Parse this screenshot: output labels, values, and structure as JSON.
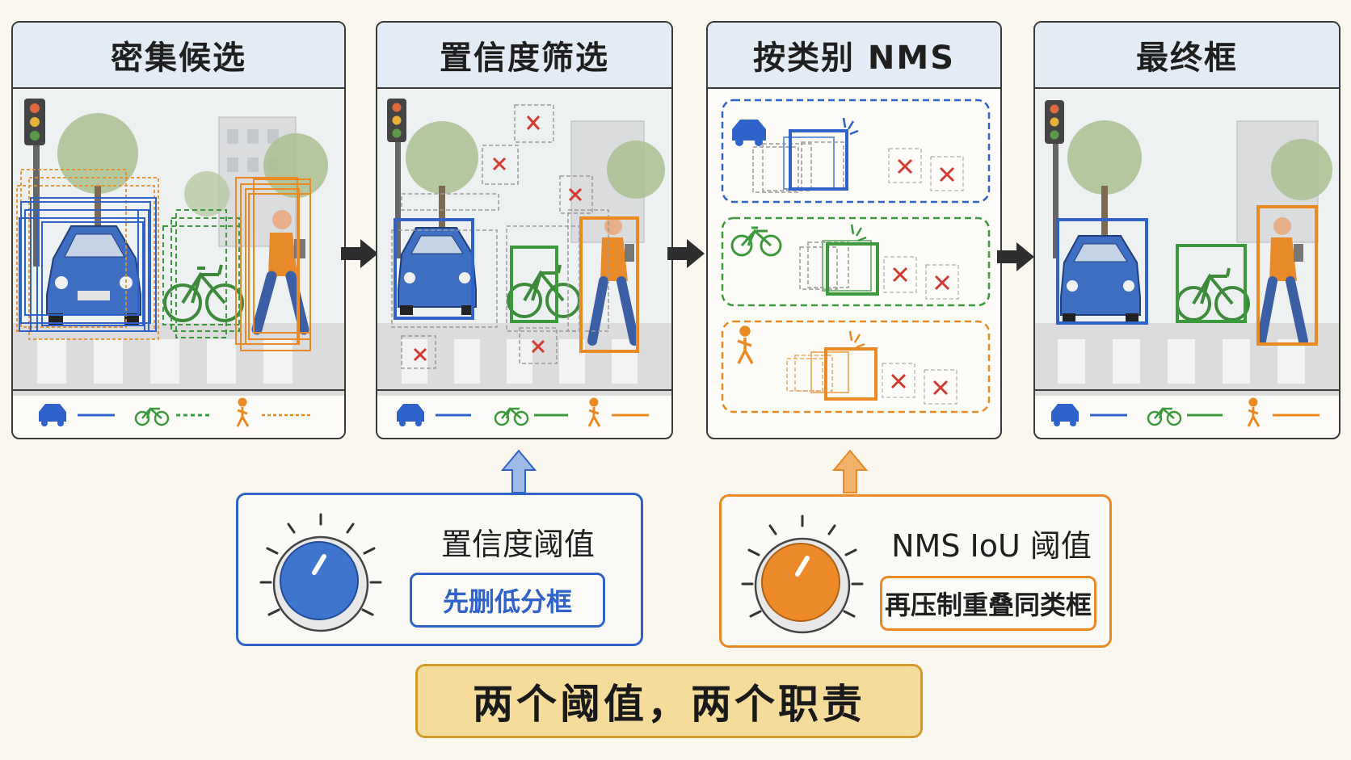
{
  "panels": [
    {
      "title": "密集候选"
    },
    {
      "title": "置信度筛选"
    },
    {
      "title": "按类别 NMS"
    },
    {
      "title": "最终框"
    }
  ],
  "confidence_knob": {
    "title": "置信度阈值",
    "button": "先删低分框",
    "color": "#2f6fd1"
  },
  "nms_knob": {
    "title": "NMS IoU 阈值",
    "button": "再压制重叠同类框",
    "color": "#ea8a24"
  },
  "banner": "两个阈值，两个职责",
  "colors": {
    "car": "#2f63c9",
    "bike": "#3c9a3c",
    "person": "#ea8a24",
    "reject": "#d33a32"
  }
}
